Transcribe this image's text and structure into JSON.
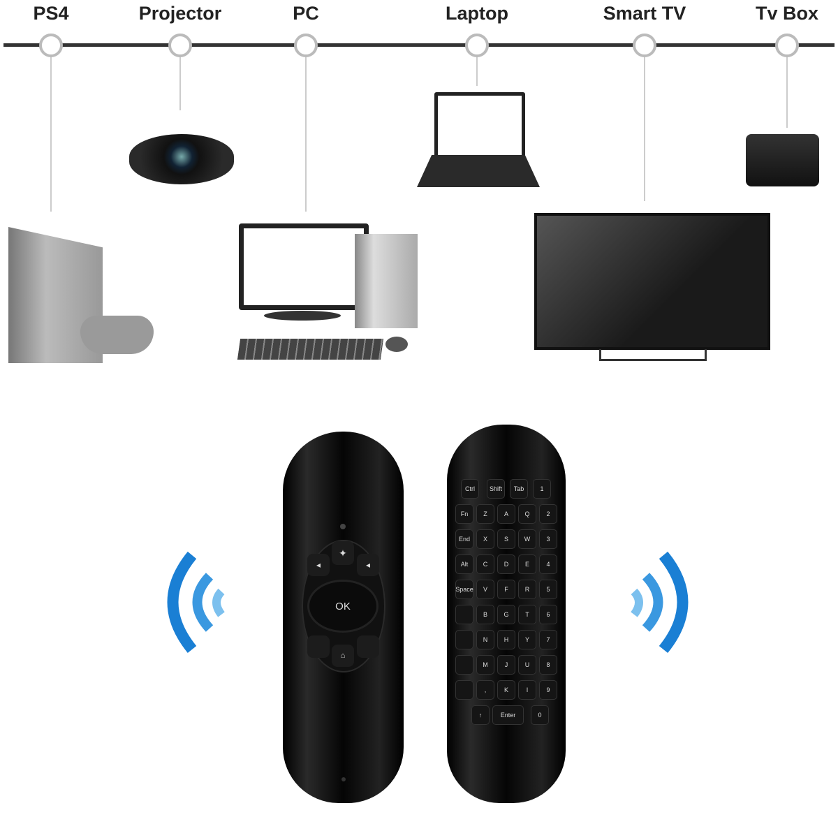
{
  "devices": [
    {
      "label": "PS4"
    },
    {
      "label": "Projector"
    },
    {
      "label": "PC"
    },
    {
      "label": "Laptop"
    },
    {
      "label": "Smart TV"
    },
    {
      "label": "Tv Box"
    }
  ],
  "remote_front": {
    "ok_label": "OK"
  },
  "remote_back": {
    "keys": [
      [
        "Ctrl",
        "Shift",
        "Tab",
        "1"
      ],
      [
        "Fn",
        "Z",
        "A",
        "Q",
        "2"
      ],
      [
        "End",
        "X",
        "S",
        "W",
        "3"
      ],
      [
        "Alt",
        "C",
        "D",
        "E",
        "4"
      ],
      [
        "Space",
        "V",
        "F",
        "R",
        "5"
      ],
      [
        "",
        "B",
        "G",
        "T",
        "6"
      ],
      [
        "",
        "N",
        "H",
        "Y",
        "7"
      ],
      [
        "",
        "M",
        "J",
        "U",
        "8"
      ],
      [
        "",
        ",",
        "K",
        "I",
        "9"
      ],
      [
        "↑",
        "Enter",
        "0"
      ]
    ]
  },
  "colors": {
    "signal": "#1a7fd4",
    "line": "#333333"
  }
}
